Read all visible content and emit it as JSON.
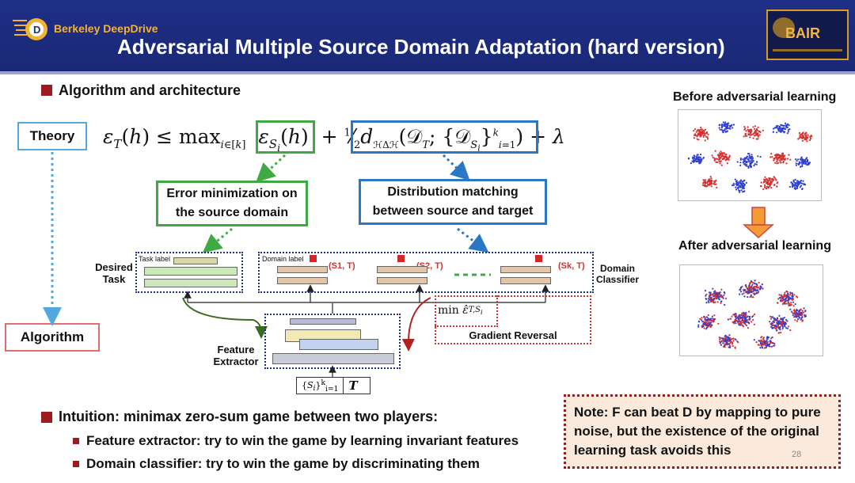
{
  "header": {
    "logo_text": "Berkeley DeepDrive",
    "title": "Adversarial Multiple Source Domain Adaptation (hard version)",
    "bair_label": "BAIR"
  },
  "section1": {
    "heading": "Algorithm and architecture"
  },
  "diagram": {
    "theory_label": "Theory",
    "algorithm_label": "Algorithm",
    "error_box": "Error minimization on the source domain",
    "distribution_box": "Distribution matching between source and target",
    "task_label_text": "Task label",
    "domain_label_text": "Domain label",
    "desired_task": "Desired Task",
    "domain_classifier": "Domain Classifier",
    "feature_extractor": "Feature Extractor",
    "pairs": [
      "(S1, T)",
      "(S2, T)",
      "(Sk, T)"
    ],
    "gradient_reversal": "Gradient Reversal"
  },
  "tsne": {
    "before_title": "Before adversarial learning",
    "after_title": "After adversarial learning",
    "colors": {
      "red": "#d7302f",
      "blue": "#2e3fd1"
    }
  },
  "section2": {
    "heading": "Intuition: minimax zero-sum game between two players:",
    "bullets": [
      "Feature extractor: try to win the game by learning invariant features",
      "Domain classifier: try to win the game by discriminating them"
    ]
  },
  "note": {
    "text": "Note: F can beat D by mapping to pure noise, but the existence of the original learning task avoids this"
  },
  "page_number": "28"
}
